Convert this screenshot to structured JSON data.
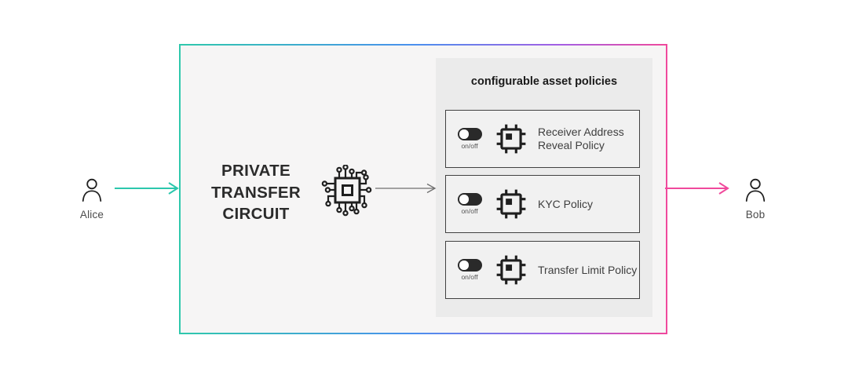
{
  "actors": {
    "sender": {
      "label": "Alice"
    },
    "receiver": {
      "label": "Bob"
    }
  },
  "box": {
    "title_lines": [
      "PRIVATE",
      "TRANSFER",
      "CIRCUIT"
    ]
  },
  "panel": {
    "title": "configurable asset policies",
    "toggle_label": "on/off",
    "policies": [
      {
        "label": "Receiver Address Reveal Policy"
      },
      {
        "label": "KYC Policy"
      },
      {
        "label": "Transfer Limit Policy"
      }
    ]
  },
  "icons": {
    "sender": "person-icon",
    "receiver": "person-icon",
    "circuit": "circuit-chip-icon",
    "policy": "chip-icon",
    "toggle": "toggle-switch-icon"
  },
  "colors": {
    "sender_arrow": "#2cc7ad",
    "receiver_arrow": "#f0499c",
    "processing_arrow": "#6f6f6f",
    "border_gradient_start": "#2fc8ac",
    "border_gradient_mid": "#4a90ee",
    "border_gradient_end": "#f0499c",
    "icon_dark": "#1f1f1f"
  }
}
